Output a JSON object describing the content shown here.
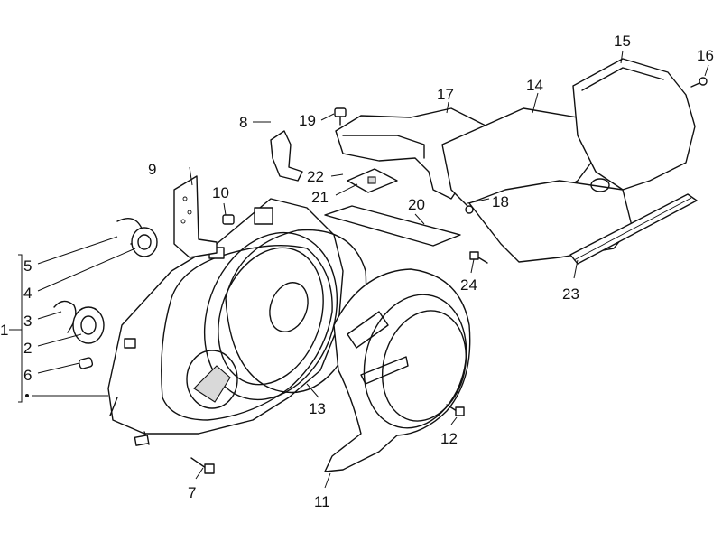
{
  "diagram": {
    "labels": [
      {
        "id": "1",
        "text": "1"
      },
      {
        "id": "2",
        "text": "2"
      },
      {
        "id": "3",
        "text": "3"
      },
      {
        "id": "4",
        "text": "4"
      },
      {
        "id": "5",
        "text": "5"
      },
      {
        "id": "6",
        "text": "6"
      },
      {
        "id": "7",
        "text": "7"
      },
      {
        "id": "8",
        "text": "8"
      },
      {
        "id": "9",
        "text": "9"
      },
      {
        "id": "10",
        "text": "10"
      },
      {
        "id": "11",
        "text": "11"
      },
      {
        "id": "12",
        "text": "12"
      },
      {
        "id": "13",
        "text": "13"
      },
      {
        "id": "14",
        "text": "14"
      },
      {
        "id": "15",
        "text": "15"
      },
      {
        "id": "16",
        "text": "16"
      },
      {
        "id": "17",
        "text": "17"
      },
      {
        "id": "18",
        "text": "18"
      },
      {
        "id": "19",
        "text": "19"
      },
      {
        "id": "20",
        "text": "20"
      },
      {
        "id": "21",
        "text": "21"
      },
      {
        "id": "22",
        "text": "22"
      },
      {
        "id": "23",
        "text": "23"
      },
      {
        "id": "24",
        "text": "24"
      }
    ]
  },
  "colors": {
    "line": "#111111",
    "background": "#ffffff"
  }
}
